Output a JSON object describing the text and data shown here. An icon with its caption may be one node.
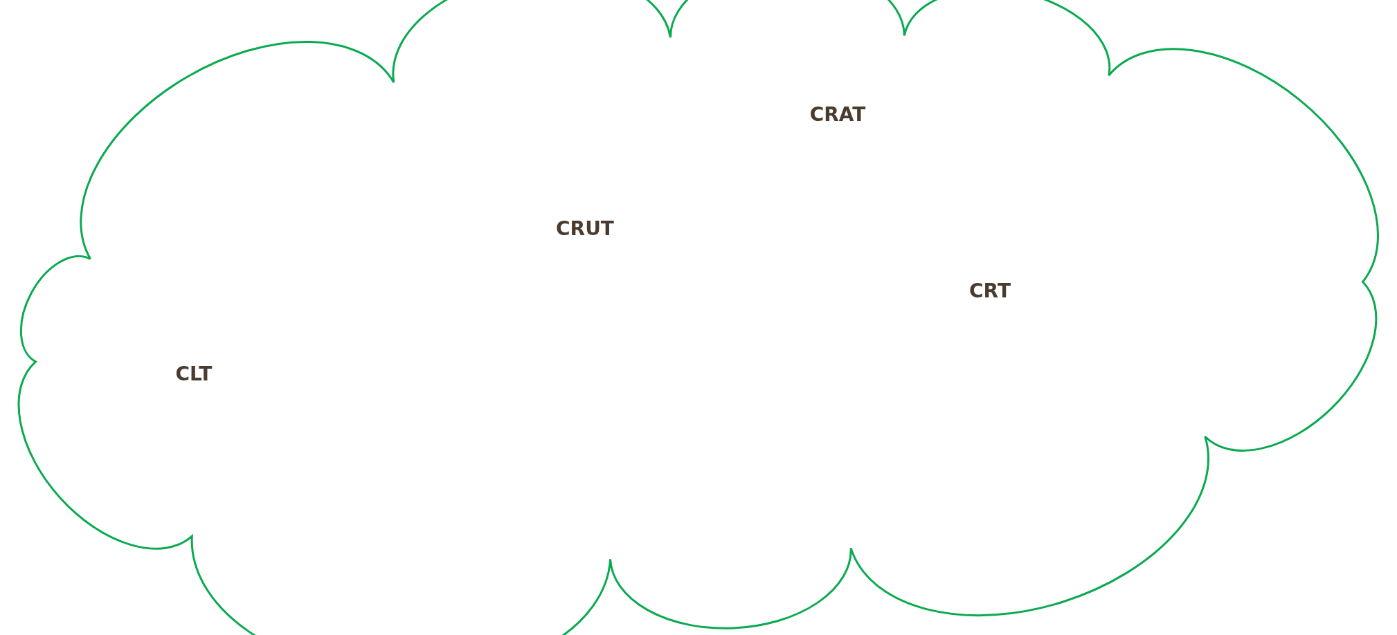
{
  "diagram": {
    "nodes": [
      {
        "text": [
          "CRAT",
          "CRUT",
          "CRT",
          "CLT"
        ]
      }
    ]
  }
}
